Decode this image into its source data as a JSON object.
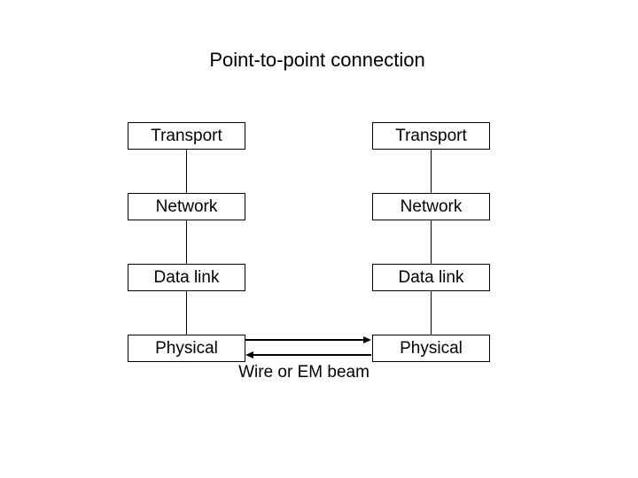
{
  "slide": {
    "title": "Point-to-point connection",
    "diagram": {
      "left_stack": {
        "layers": [
          "Transport",
          "Network",
          "Data link",
          "Physical"
        ]
      },
      "right_stack": {
        "layers": [
          "Transport",
          "Network",
          "Data link",
          "Physical"
        ]
      },
      "link_label": "Wire or EM beam"
    },
    "colors": {
      "background": "#ffffff",
      "line": "#000000",
      "text": "#000000"
    }
  }
}
